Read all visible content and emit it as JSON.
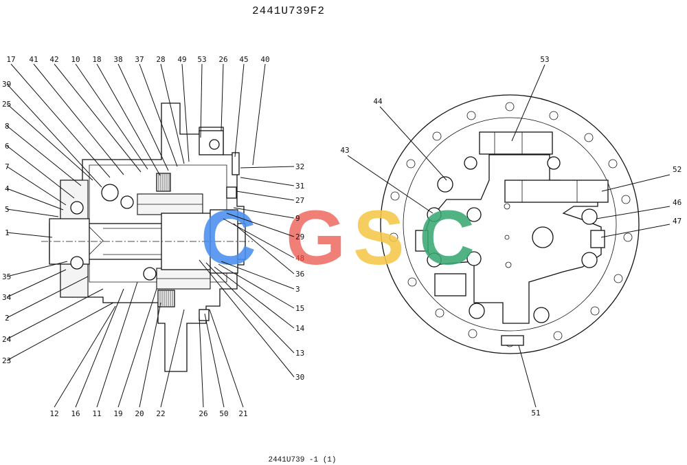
{
  "title": "2441U739F2",
  "footer": "2441U739 -1 (1)",
  "watermark": {
    "letters": [
      "C",
      "G",
      "S",
      "C"
    ],
    "colors": [
      "#4a8ff0",
      "#ef6e66",
      "#f5c84a",
      "#3aa873"
    ]
  },
  "left_labels": {
    "top": [
      "17",
      "41",
      "42",
      "10",
      "18",
      "38",
      "37",
      "28",
      "49",
      "53",
      "26",
      "45",
      "40"
    ],
    "left": [
      "39",
      "25",
      "8",
      "6",
      "7",
      "4",
      "5",
      "1",
      "35",
      "34",
      "2",
      "24",
      "23"
    ],
    "right": [
      "32",
      "31",
      "27",
      "9",
      "29",
      "48",
      "36",
      "3",
      "15",
      "14",
      "13",
      "30"
    ],
    "bottom": [
      "12",
      "16",
      "11",
      "19",
      "20",
      "22",
      "26",
      "50",
      "21"
    ]
  },
  "right_labels": [
    "53",
    "44",
    "43",
    "52",
    "46",
    "47",
    "51"
  ]
}
